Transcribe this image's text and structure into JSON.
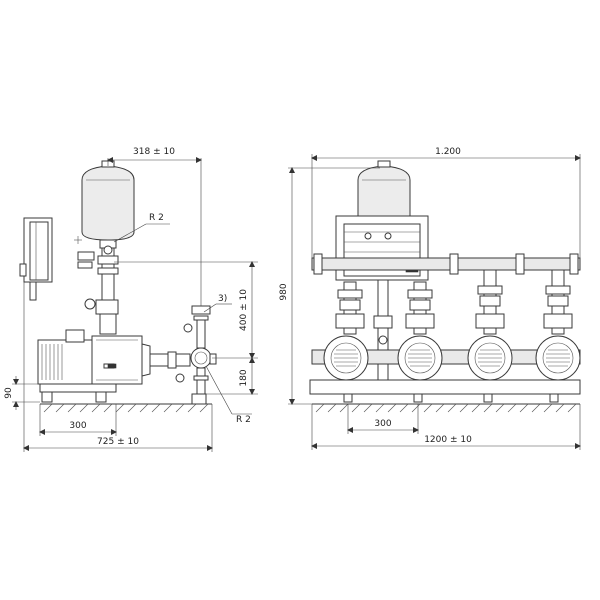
{
  "dimensions": {
    "side_top_width": "318 ± 10",
    "side_thread_top": "R 2",
    "side_note": "3)",
    "side_height_400": "400 ± 10",
    "side_height_180": "180",
    "side_base_90": "90",
    "side_thread_bottom": "R 2",
    "side_base_300": "300",
    "side_total_725": "725 ± 10",
    "front_width_top": "1.200",
    "front_height": "980",
    "front_base_300": "300",
    "front_total_1200": "1200 ± 10"
  },
  "colors": {
    "line": "#3a3a3a",
    "vessel_fill": "#ececec",
    "background": "#ffffff"
  }
}
